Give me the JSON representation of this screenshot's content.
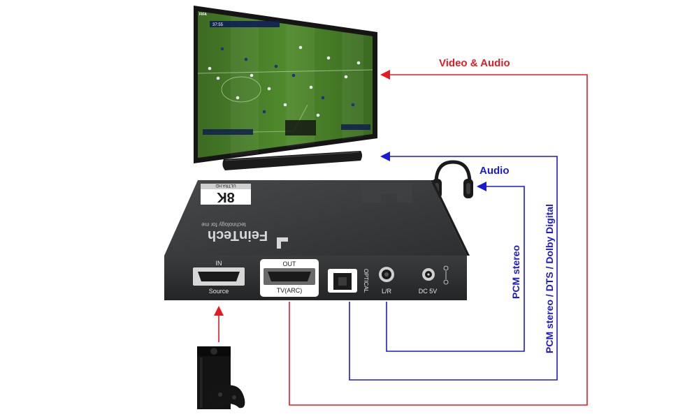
{
  "labels": {
    "video_audio": "Video & Audio",
    "audio": "Audio",
    "pcm_stereo": "PCM stereo",
    "pcm_dts_dolby": "PCM stereo / DTS / Dolby Digital"
  },
  "device": {
    "brand": "FeinTech",
    "tagline": "technology for me",
    "badge_main": "8K",
    "badge_sub": "ULTRA HD",
    "port_in": "IN",
    "port_in_sub": "Source",
    "port_out": "OUT",
    "port_out_sub": "TV(ARC)",
    "port_optical": "OPTICAL",
    "port_lr": "L/R",
    "port_dc": "DC 5V"
  },
  "tv": {
    "score_time": "37:55",
    "brand_mark": "FIFA"
  },
  "colors": {
    "red": "#e31b23",
    "blue": "#1a1ad4",
    "device_body": "#2b2c2e",
    "device_top": "#3a3b3d"
  }
}
